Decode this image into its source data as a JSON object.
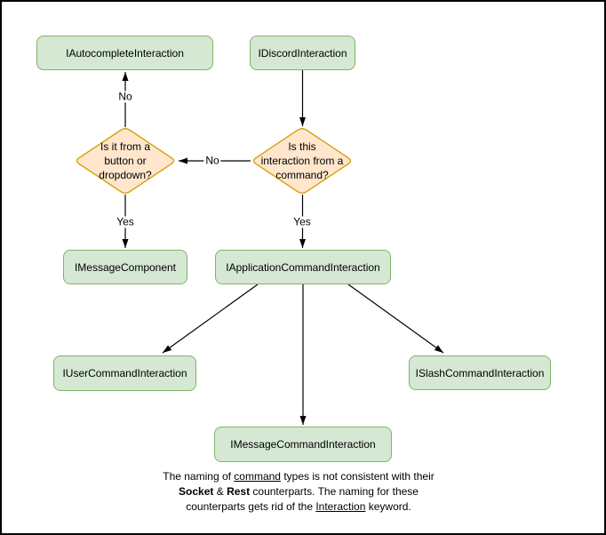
{
  "diagram": {
    "title_hint": "Discord interaction type flowchart",
    "colors": {
      "node_fill": "#d5e8d4",
      "node_border": "#82b366",
      "decision_fill": "#ffe6cc",
      "decision_border": "#d79b00",
      "arrow": "#000000",
      "background": "#ffffff",
      "frame_border": "#000000"
    },
    "nodes": {
      "autocomplete": {
        "label": "IAutocompleteInteraction"
      },
      "discord": {
        "label": "IDiscordInteraction"
      },
      "message_component": {
        "label": "IMessageComponent"
      },
      "application_command": {
        "label": "IApplicationCommandInteraction"
      },
      "user_command": {
        "label": "IUserCommandInteraction"
      },
      "slash_command": {
        "label": "ISlashCommandInteraction"
      },
      "message_command": {
        "label": "IMessageCommandInteraction"
      }
    },
    "decisions": {
      "button_dropdown": {
        "label": "Is it from a button or dropdown?",
        "lines": [
          "Is it from a",
          "button or",
          "dropdown?"
        ]
      },
      "from_command": {
        "label": "Is this interaction from a command?",
        "lines": [
          "Is this",
          "interaction from a",
          "command?"
        ]
      }
    },
    "edge_labels": {
      "no_to_button_dropdown": "No",
      "no_to_autocomplete": "No",
      "yes_to_message_component": "Yes",
      "yes_to_application_command": "Yes"
    },
    "note": {
      "line1": {
        "pre": "The naming of ",
        "underlined": "command",
        "post": " types is not consistent with their"
      },
      "line2": {
        "bold1": "Socket",
        "amp": " & ",
        "bold2": "Rest",
        "post": " counterparts. The naming for these"
      },
      "line3": {
        "pre": "counterparts gets rid of the ",
        "underlined": "Interaction",
        "post": " keyword."
      }
    }
  }
}
